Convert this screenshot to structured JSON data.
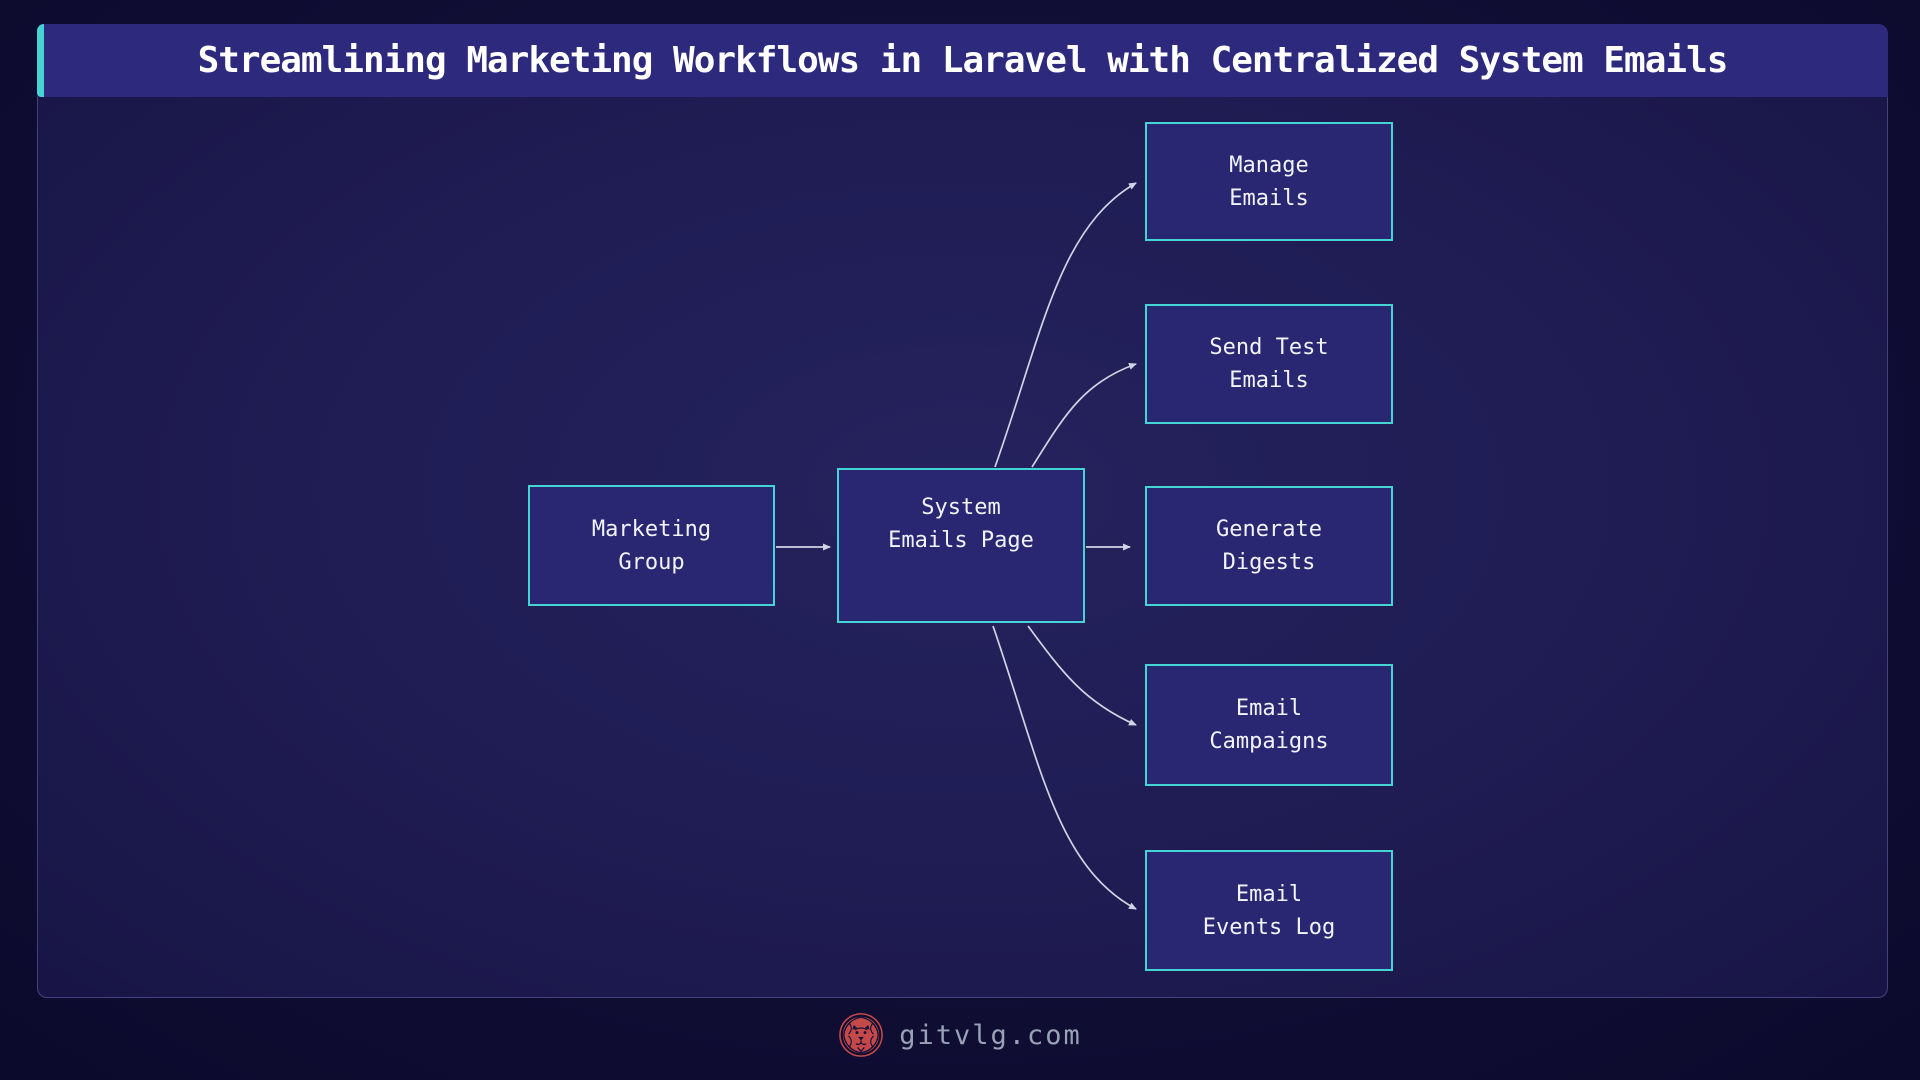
{
  "header": {
    "title": "Streamlining Marketing Workflows in Laravel with Centralized System Emails"
  },
  "diagram": {
    "type": "flowchart",
    "direction": "left-to-right",
    "nodes": [
      {
        "id": "marketing-group",
        "label_lines": [
          "Marketing",
          "Group"
        ]
      },
      {
        "id": "system-emails-page",
        "label_lines": [
          "System",
          "Emails Page"
        ]
      },
      {
        "id": "manage-emails",
        "label_lines": [
          "Manage",
          "Emails"
        ]
      },
      {
        "id": "send-test-emails",
        "label_lines": [
          "Send Test",
          "Emails"
        ]
      },
      {
        "id": "generate-digests",
        "label_lines": [
          "Generate",
          "Digests"
        ]
      },
      {
        "id": "email-campaigns",
        "label_lines": [
          "Email",
          "Campaigns"
        ]
      },
      {
        "id": "email-events-log",
        "label_lines": [
          "Email",
          "Events Log"
        ]
      }
    ],
    "edges": [
      {
        "from": "marketing-group",
        "to": "system-emails-page"
      },
      {
        "from": "system-emails-page",
        "to": "manage-emails"
      },
      {
        "from": "system-emails-page",
        "to": "send-test-emails"
      },
      {
        "from": "system-emails-page",
        "to": "generate-digests"
      },
      {
        "from": "system-emails-page",
        "to": "email-campaigns"
      },
      {
        "from": "system-emails-page",
        "to": "email-events-log"
      }
    ]
  },
  "footer": {
    "site_label": "gitvlg.com",
    "logo_icon": "lion-emblem-icon"
  },
  "colors": {
    "accent_cyan": "#45d4d4",
    "node_fill": "#2a2772",
    "node_border": "#45d4d4",
    "title_bar": "#2d2a7e",
    "panel_bg": "#1f1c53",
    "page_bg": "#0e0c33",
    "edge_stroke": "#d0d4e4",
    "node_text": "#f2f3fa",
    "footer_text": "#99a1b6",
    "logo_red": "#c64949"
  }
}
